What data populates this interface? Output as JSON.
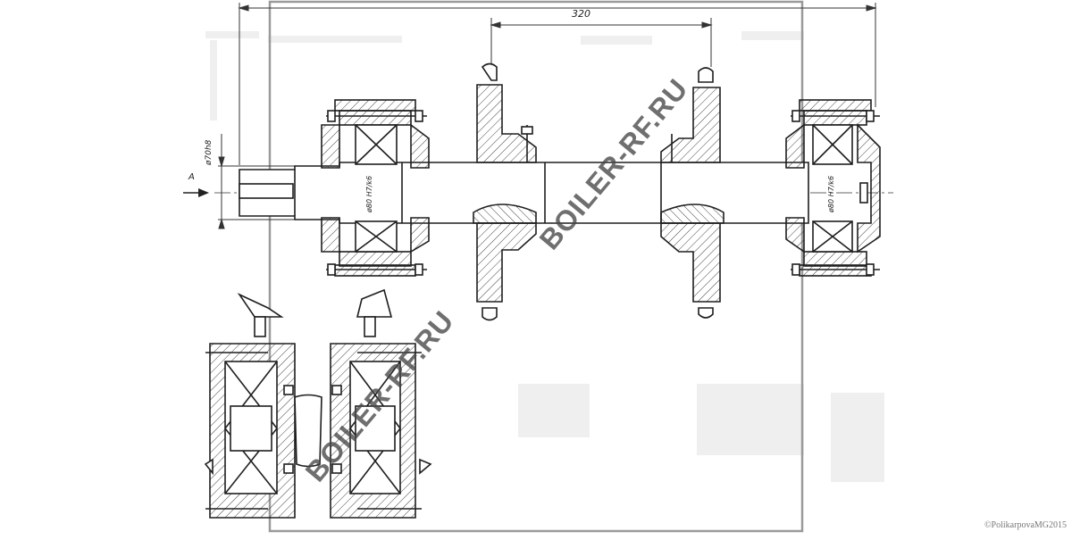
{
  "drawing": {
    "dimensions": {
      "center_distance": "320",
      "arrow_label": "A",
      "shaft_end_diameter": "ø70h8",
      "bearing_fit_left": "ø80 H7/k6",
      "bearing_fit_right": "ø80 H7/k6"
    },
    "watermark": "BOILER-RF.RU",
    "copyright": "©PolikarpovaMG2015",
    "colors": {
      "line": "#1e1e1e",
      "hatch": "#444444",
      "frame": "#9a9a9a"
    }
  }
}
